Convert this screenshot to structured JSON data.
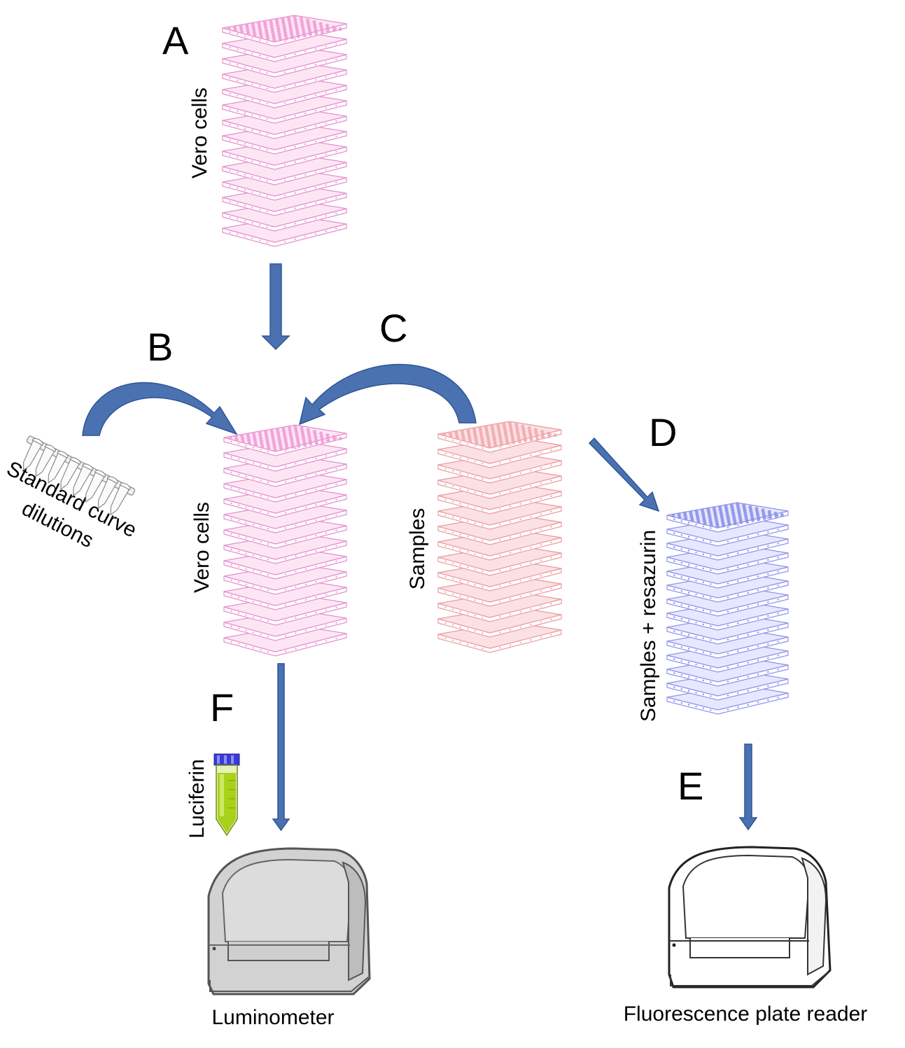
{
  "steps": {
    "A": "A",
    "B": "B",
    "C": "C",
    "D": "D",
    "E": "E",
    "F": "F"
  },
  "labels": {
    "vero_cells_top": "Vero cells",
    "vero_cells_middle": "Vero cells",
    "samples": "Samples",
    "samples_resazurin": "Samples + resazurin",
    "standard_curve_line1": "Standard curve",
    "standard_curve_line2": "dilutions",
    "luciferin": "Luciferin",
    "luminometer": "Luminometer",
    "fluorescence_reader": "Fluorescence plate reader"
  },
  "stacks": {
    "vero_top": {
      "plate_count": 14,
      "fill": "#fde6f4",
      "edge": "#e58fd0",
      "well": "#ef9ad6"
    },
    "vero_middle": {
      "plate_count": 14,
      "fill": "#fde6f4",
      "edge": "#e58fd0",
      "well": "#ef9ad6"
    },
    "samples": {
      "plate_count": 14,
      "fill": "#fbe1e3",
      "edge": "#e99aa0",
      "well": "#f0a8ae"
    },
    "samples_resazurin": {
      "plate_count": 14,
      "fill": "#e6e8ff",
      "edge": "#8f93ec",
      "well": "#8b8fe8"
    }
  },
  "colors": {
    "arrow": "#4a72b0",
    "arrow_edge": "#2f5597",
    "luminometer_body": "#d2d2d2",
    "luminometer_edge": "#555555",
    "reader_body": "#ffffff",
    "tube_liquid": "#a9d11a",
    "tube_cap": "#3a3ad8"
  },
  "icons": {
    "tube_strip": "pcr-tube-strip-icon",
    "luciferin_tube": "test-tube-icon",
    "luminometer": "luminometer-device-icon",
    "plate_reader": "plate-reader-device-icon"
  }
}
